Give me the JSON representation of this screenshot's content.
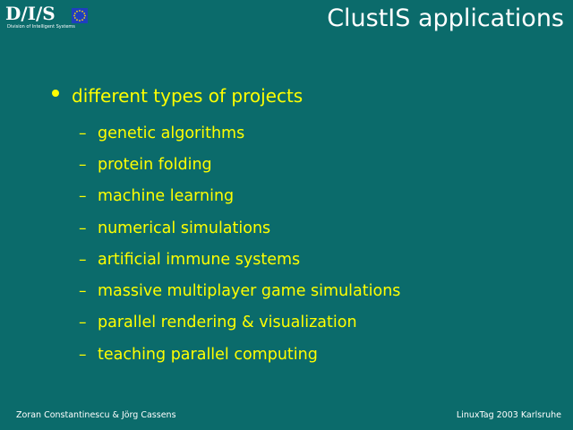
{
  "logo": {
    "text": "D/I/S",
    "subtitle": "Division of Intelligent Systems",
    "icon": "eu-stars-icon"
  },
  "title": "ClustIS applications",
  "main_bullet": {
    "label": "different types of projects",
    "items": [
      "genetic algorithms",
      "protein folding",
      "machine learning",
      "numerical simulations",
      "artificial immune systems",
      "massive multiplayer game simulations",
      "parallel rendering & visualization",
      "teaching parallel computing"
    ]
  },
  "footer": {
    "left": "Zoran Constantinescu & Jörg Cassens",
    "right": "LinuxTag 2003 Karlsruhe"
  },
  "colors": {
    "background": "#0b6b6b",
    "bullet_text": "#ffff00",
    "title_text": "#ffffff",
    "footer_text": "#ffffff",
    "eu_flag": "#1f3fbf"
  }
}
